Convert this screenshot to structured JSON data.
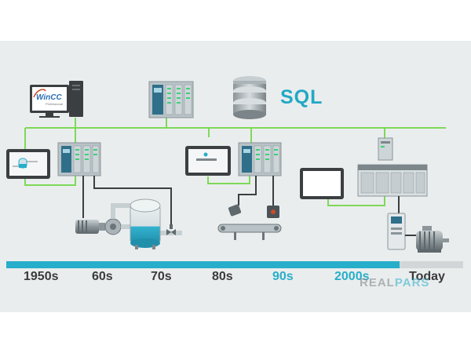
{
  "database": {
    "label": "SQL"
  },
  "scada": {
    "logo_line1": "WinCC",
    "logo_line2": "Professional"
  },
  "timeline": {
    "progress_percent": 86,
    "labels": [
      {
        "text": "1950s",
        "accent": false
      },
      {
        "text": "60s",
        "accent": false
      },
      {
        "text": "70s",
        "accent": false
      },
      {
        "text": "80s",
        "accent": false
      },
      {
        "text": "90s",
        "accent": true
      },
      {
        "text": "2000s",
        "accent": true
      },
      {
        "text": "Today",
        "accent": false
      }
    ]
  },
  "brand": {
    "part1": "REAL",
    "part2": "PARS"
  },
  "colors": {
    "network": "#7ed957",
    "accent": "#27aeca",
    "panel": "#eaedee",
    "device": "#b9c3c7",
    "module_led": "#3fcf7a"
  }
}
